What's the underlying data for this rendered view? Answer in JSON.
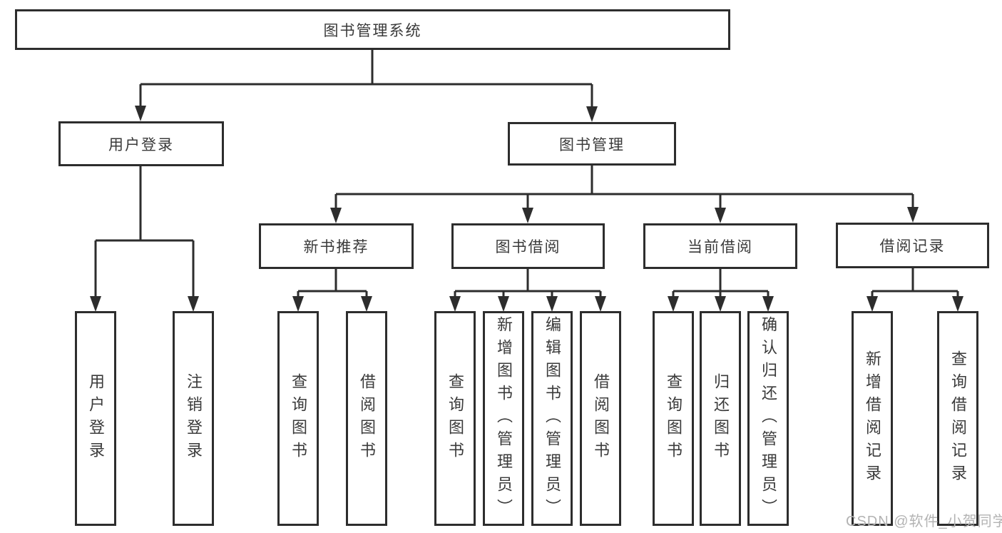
{
  "diagram": {
    "title": "图书管理系统",
    "level2": {
      "login": "用户登录",
      "mgmt": "图书管理"
    },
    "level3": [
      "新书推荐",
      "图书借阅",
      "当前借阅",
      "借阅记录"
    ],
    "leaves": [
      "用户登录",
      "注销登录",
      "查询图书",
      "借阅图书",
      "查询图书",
      "新增图书（管理员）",
      "编辑图书（管理员）",
      "借阅图书",
      "查询图书",
      "归还图书",
      "确认归还（管理员）",
      "新增借阅记录",
      "查询借阅记录"
    ],
    "hierarchy": {
      "图书管理系统": [
        "用户登录",
        "图书管理"
      ],
      "用户登录": [
        "用户登录",
        "注销登录"
      ],
      "图书管理": [
        "新书推荐",
        "图书借阅",
        "当前借阅",
        "借阅记录"
      ],
      "新书推荐": [
        "查询图书",
        "借阅图书"
      ],
      "图书借阅": [
        "查询图书",
        "新增图书（管理员）",
        "编辑图书（管理员）",
        "借阅图书"
      ],
      "当前借阅": [
        "查询图书",
        "归还图书",
        "确认归还（管理员）"
      ],
      "借阅记录": [
        "新增借阅记录",
        "查询借阅记录"
      ]
    }
  },
  "watermark": {
    "text": "CSDN @软件_小贺同学"
  },
  "colors": {
    "line": "#2d2d2d",
    "text": "#3a3a3a",
    "watermark": "#b3b3b3",
    "background": "#ffffff"
  }
}
